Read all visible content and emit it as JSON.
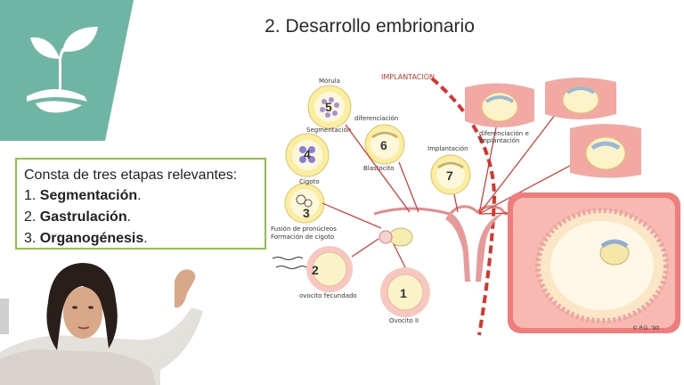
{
  "slide": {
    "title": "2. Desarrollo embrionario",
    "logo_icon": "sprout-icon",
    "accent_color": "#6fb5a3",
    "box_border_color": "#8dc63f"
  },
  "info_box": {
    "intro": "Consta  de tres etapas relevantes:",
    "items": [
      {
        "num": "1. ",
        "text": "Segmentación",
        "suffix": "."
      },
      {
        "num": "2. ",
        "text": "Gastrulación",
        "suffix": "."
      },
      {
        "num": "3. ",
        "text": "Organogénesis",
        "suffix": "."
      }
    ]
  },
  "diagram": {
    "implantation_header": "IMPLANTACION",
    "stages": [
      {
        "number": "1",
        "label": "Ovocito II"
      },
      {
        "number": "2",
        "label": "ovocito fecundado"
      },
      {
        "number": "3",
        "label_line1": "Fusión de pronúcleos",
        "label_line2": "Formación de cigoto"
      },
      {
        "number": "4",
        "label": "Cigoto"
      },
      {
        "number": "5",
        "label_top": "Mórula",
        "label": "Segmentación"
      },
      {
        "number": "6",
        "label_top": "diferenciación",
        "label": "Blastocito"
      },
      {
        "number": "7",
        "label_top": "Implantación"
      }
    ],
    "detail_label_line1": "diferenciación e",
    "detail_label_line2": "implantación",
    "signature": "© P.G. '90"
  }
}
